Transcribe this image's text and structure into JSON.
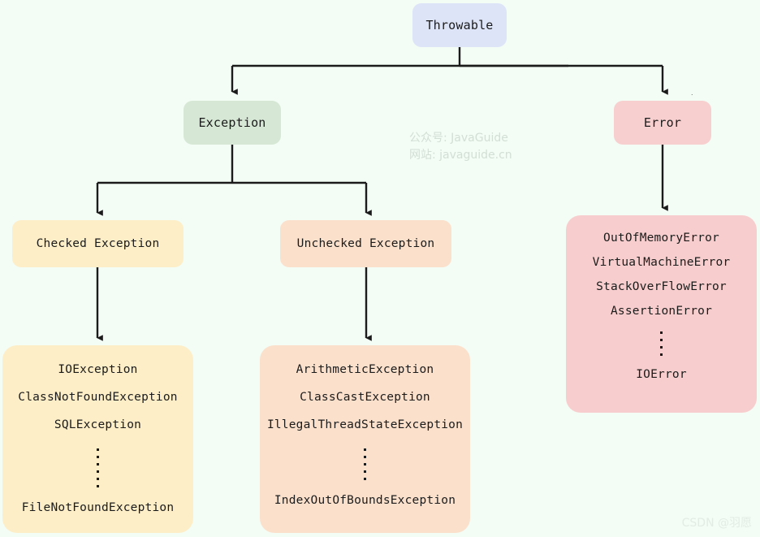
{
  "diagram": {
    "title": "Java Throwable hierarchy",
    "background_color": "#f3fcf5",
    "nodes": {
      "throwable": {
        "label": "Throwable",
        "color": "#dde4f8"
      },
      "exception": {
        "label": "Exception",
        "color": "#d6e8d5"
      },
      "error": {
        "label": "Error",
        "color": "#f8cfcf"
      },
      "checked": {
        "label": "Checked Exception",
        "color": "#fdeec7"
      },
      "unchecked": {
        "label": "Unchecked Exception",
        "color": "#fbe0cc"
      },
      "error_list": {
        "color": "#f7cecd",
        "items": [
          "OutOfMemoryError",
          "VirtualMachineError",
          "StackOverFlowError",
          "AssertionError"
        ],
        "ellipsis": "vertical-dots",
        "last_item": "IOError"
      },
      "checked_list": {
        "color": "#fdeec7",
        "items": [
          "IOException",
          "ClassNotFoundException",
          "SQLException"
        ],
        "ellipsis": "vertical-dots",
        "last_item": "FileNotFoundException"
      },
      "unchecked_list": {
        "color": "#fbe0cc",
        "items": [
          "ArithmeticException",
          "ClassCastException",
          "IllegalThreadStateException"
        ],
        "ellipsis": "vertical-dots",
        "last_item": "IndexOutOfBoundsException"
      }
    },
    "watermarks": {
      "center_line1": "公众号: JavaGuide",
      "center_line2": "网站: javaguide.cn",
      "corner": "CSDN @羽愿",
      "center_color": "#d2dfd5",
      "corner_color": "#e2ece4"
    },
    "connector_color": "#1b1b1b"
  }
}
